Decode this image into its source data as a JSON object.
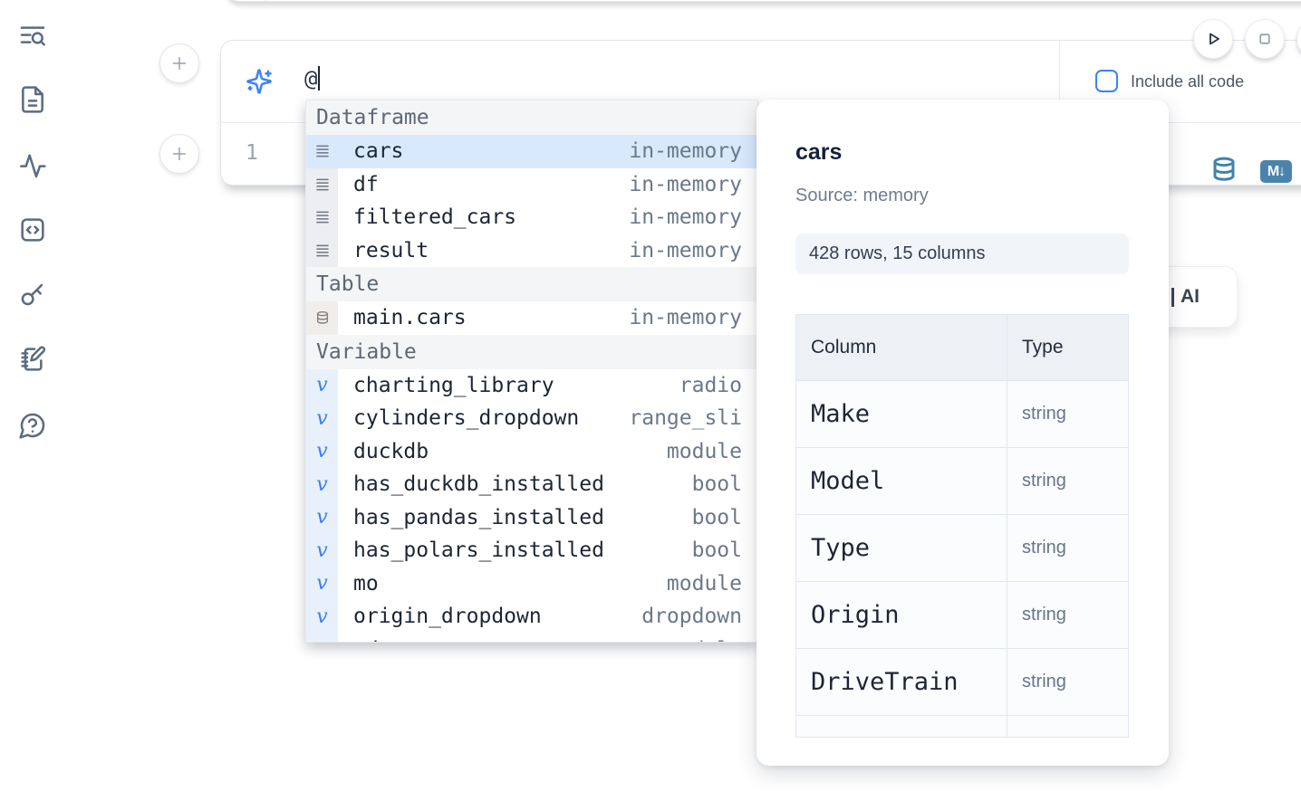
{
  "colors": {
    "accent_blue": "#3b82f6",
    "selection_blue": "#d8e9fc",
    "steel_blue": "#4a84ad"
  },
  "sidebar": {
    "icons": [
      "text-search-icon",
      "file-text-icon",
      "activity-icon",
      "code-square-icon",
      "key-icon",
      "notebook-pen-icon",
      "help-chat-icon"
    ]
  },
  "run_controls": {
    "buttons": [
      "run-all-button",
      "stop-button",
      "extra-button"
    ]
  },
  "prompt": {
    "value": "@",
    "include_all_code_label": "Include all code",
    "include_all_code_checked": false
  },
  "cell": {
    "line_number": "1",
    "markdown_badge": "M↓"
  },
  "autocomplete": {
    "sections": [
      {
        "label": "Dataframe",
        "items": [
          {
            "label": "cars",
            "detail": "in-memory",
            "selected": true
          },
          {
            "label": "df",
            "detail": "in-memory"
          },
          {
            "label": "filtered_cars",
            "detail": "in-memory"
          },
          {
            "label": "result",
            "detail": "in-memory"
          }
        ]
      },
      {
        "label": "Table",
        "items": [
          {
            "label": "main.cars",
            "detail": "in-memory"
          }
        ]
      },
      {
        "label": "Variable",
        "items": [
          {
            "label": "charting_library",
            "detail": "radio"
          },
          {
            "label": "cylinders_dropdown",
            "detail": "range_sli"
          },
          {
            "label": "duckdb",
            "detail": "module"
          },
          {
            "label": "has_duckdb_installed",
            "detail": "bool"
          },
          {
            "label": "has_pandas_installed",
            "detail": "bool"
          },
          {
            "label": "has_polars_installed",
            "detail": "bool"
          },
          {
            "label": "mo",
            "detail": "module"
          },
          {
            "label": "origin_dropdown",
            "detail": "dropdown"
          },
          {
            "label": "pd",
            "detail": "module"
          }
        ]
      }
    ]
  },
  "datasource_panel": {
    "title": "cars",
    "source": "Source: memory",
    "summary": "428 rows, 15 columns",
    "table": {
      "headers": [
        "Column",
        "Type"
      ],
      "rows": [
        [
          "Make",
          "string"
        ],
        [
          "Model",
          "string"
        ],
        [
          "Type",
          "string"
        ],
        [
          "Origin",
          "string"
        ],
        [
          "DriveTrain",
          "string"
        ]
      ]
    }
  },
  "ai_button": {
    "label": "AI"
  }
}
